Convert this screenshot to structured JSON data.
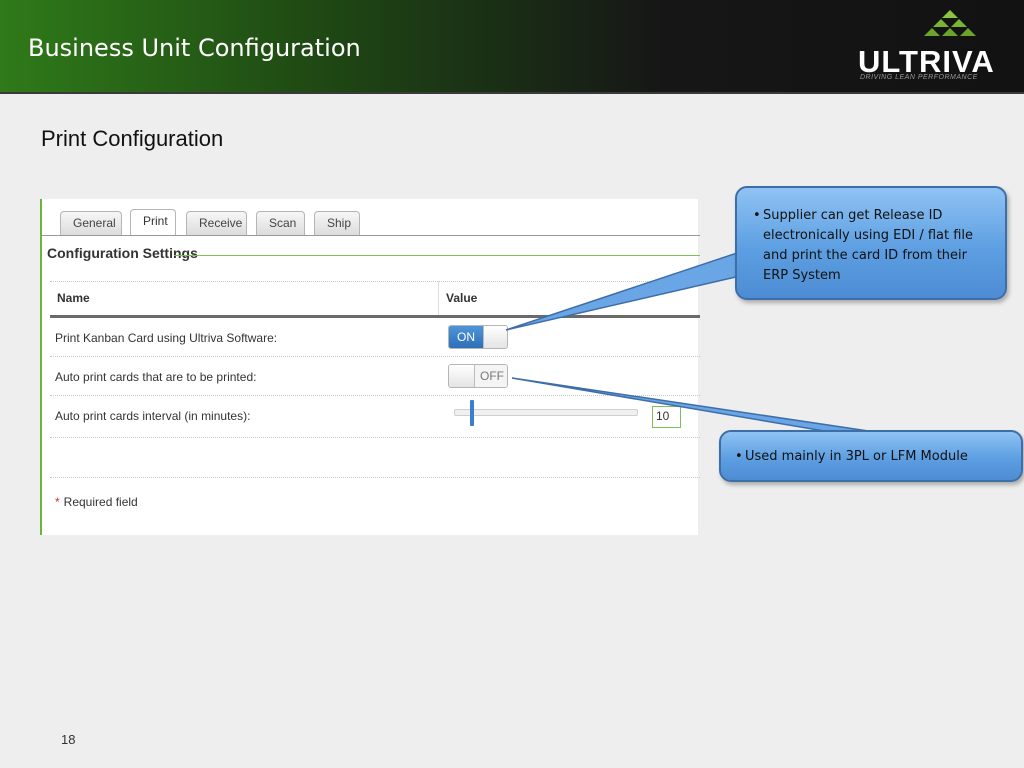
{
  "header": {
    "title": "Business Unit Configuration",
    "logo_text": "ULTRIVA",
    "logo_tagline": "DRIVING LEAN PERFORMANCE"
  },
  "slide": {
    "subtitle": "Print Configuration",
    "page_number": "18"
  },
  "config_panel": {
    "tabs": [
      {
        "label": "General",
        "active": false
      },
      {
        "label": "Print",
        "active": true
      },
      {
        "label": "Receive",
        "active": false
      },
      {
        "label": "Scan",
        "active": false
      },
      {
        "label": "Ship",
        "active": false
      }
    ],
    "section_title": "Configuration Settings",
    "columns": {
      "name": "Name",
      "value": "Value"
    },
    "rows": [
      {
        "label": "Print Kanban Card using Ultriva Software:",
        "toggle": "ON"
      },
      {
        "label": "Auto print cards that are to be printed:",
        "toggle": "OFF"
      },
      {
        "label": "Auto print cards interval (in minutes):",
        "slider_value": "10"
      }
    ],
    "required_star": "*",
    "required_label": "Required field"
  },
  "callouts": [
    {
      "text": "Supplier can get Release ID electronically using EDI / flat file and print the card ID from their ERP System"
    },
    {
      "text": "Used mainly in 3PL or LFM Module"
    }
  ],
  "colors": {
    "header_green": "#2f7a19",
    "accent_green": "#6db33f",
    "toggle_blue": "#2d6fb8",
    "callout_blue": "#5d9fe2",
    "required_red": "#d03030"
  }
}
